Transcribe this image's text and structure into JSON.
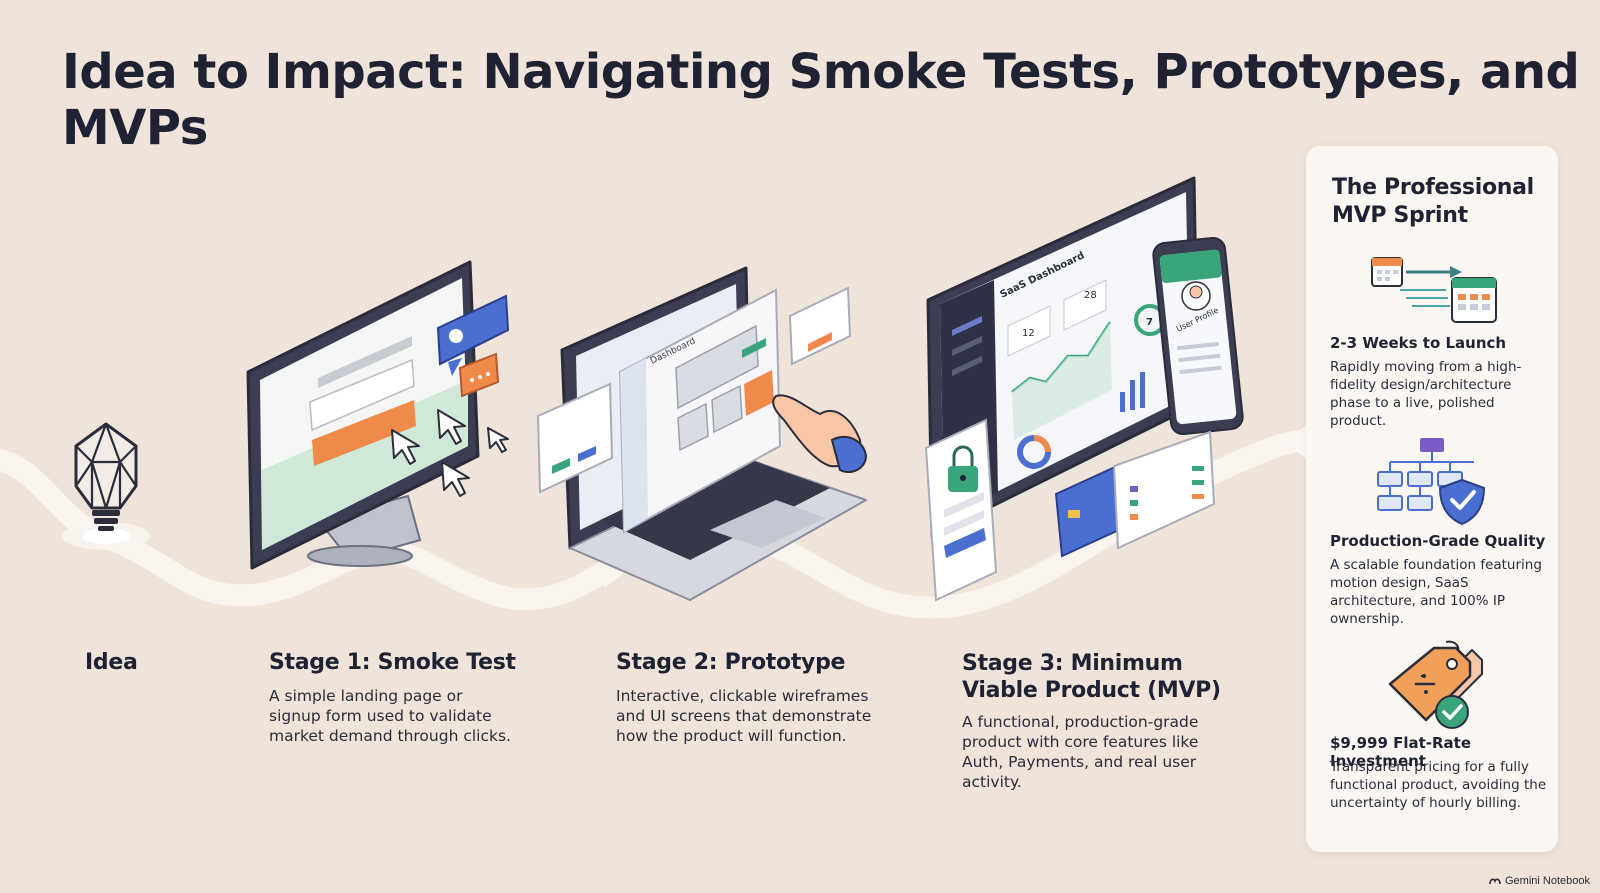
{
  "title": "Idea to Impact: Navigating Smoke Tests, Prototypes, and MVPs",
  "stages": [
    {
      "label": "Idea",
      "description": ""
    },
    {
      "label": "Stage 1: Smoke Test",
      "description": "A simple landing page or signup form used to validate market demand through clicks."
    },
    {
      "label": "Stage 2: Prototype",
      "description": "Interactive, clickable wireframes and UI screens that demonstrate how the product will function."
    },
    {
      "label": "Stage 3: Minimum Viable Product (MVP)",
      "description": "A functional, production-grade product with core features like Auth, Payments, and real user activity."
    }
  ],
  "illustration_text": {
    "prototype_screen": "Dashboard",
    "mvp_dashboard": "SaaS Dashboard",
    "mvp_stat_1": "12",
    "mvp_stat_2": "28",
    "mvp_stat_3": "7",
    "mvp_phone": "User Profile"
  },
  "panel": {
    "title": "The Professional MVP Sprint",
    "features": [
      {
        "icon": "calendar-arrow-icon",
        "title": "2-3 Weeks to Launch",
        "description": "Rapidly moving from a high-fidelity design/architecture phase to a live, polished product."
      },
      {
        "icon": "architecture-shield-icon",
        "title": "Production-Grade Quality",
        "description": "A scalable foundation featuring motion design, SaaS architecture, and 100% IP ownership."
      },
      {
        "icon": "price-tag-icon",
        "title": "$9,999 Flat-Rate Investment",
        "description": "Transparent pricing for a fully functional product, avoiding the uncertainty of hourly billing."
      }
    ]
  },
  "brand": "Gemini Notebook",
  "colors": {
    "background": "#efe3da",
    "panel": "#faf6f2",
    "accent_orange": "#f08a4b",
    "accent_blue": "#4a6fd1",
    "accent_green": "#3aa57a",
    "accent_purple": "#7a5cc7"
  }
}
